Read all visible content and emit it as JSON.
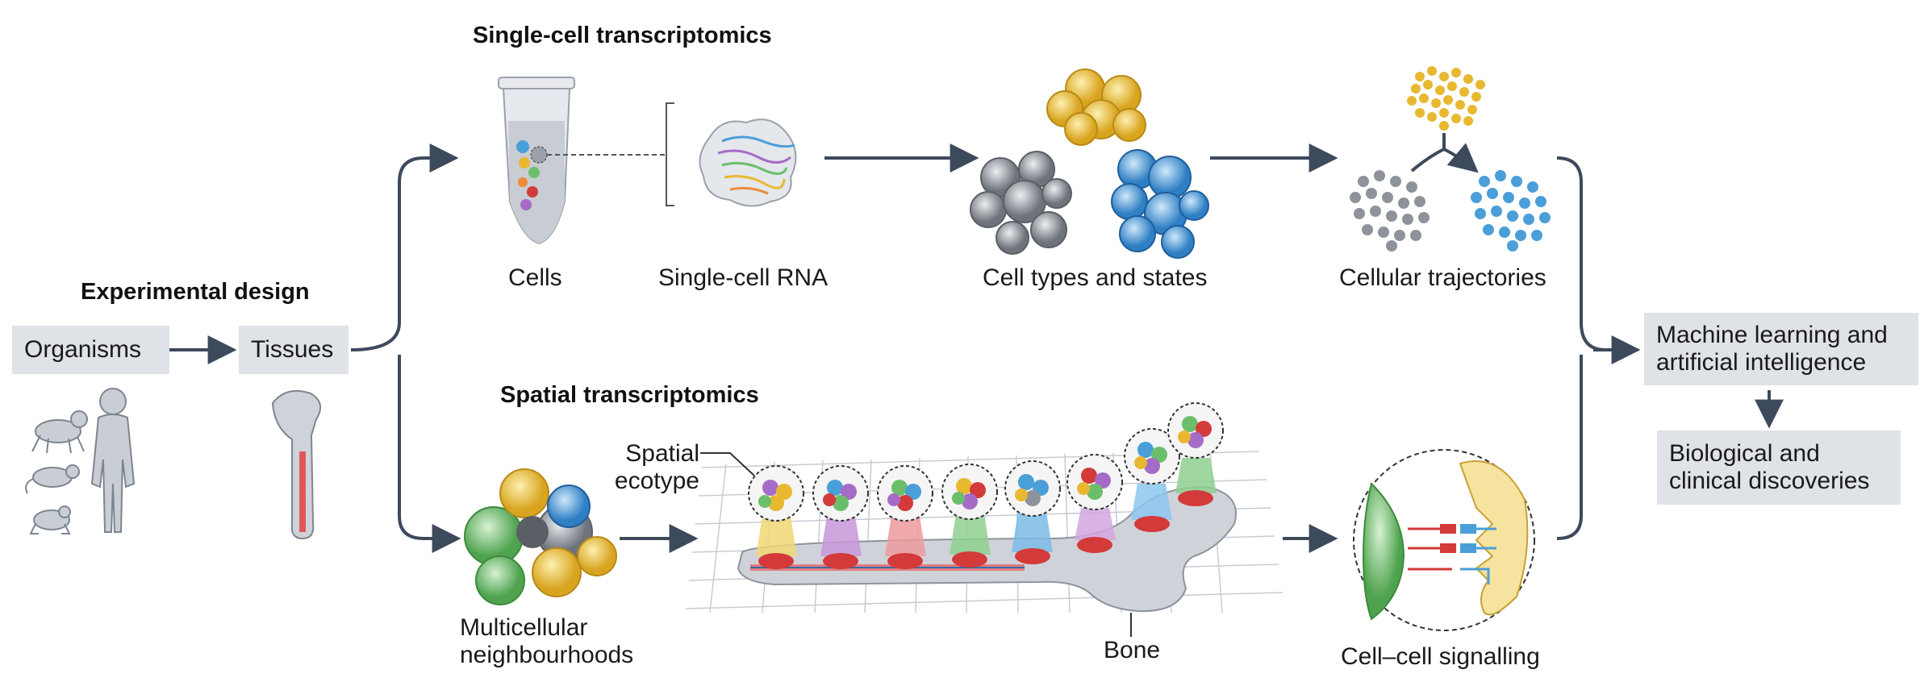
{
  "titles": {
    "experimental_design": "Experimental design",
    "single_cell": "Single-cell transcriptomics",
    "spatial": "Spatial transcriptomics"
  },
  "boxes": {
    "organisms": "Organisms",
    "tissues": "Tissues",
    "machine_learning": "Machine learning and\nartificial intelligence",
    "discoveries": "Biological and\nclinical discoveries"
  },
  "labels": {
    "cells": "Cells",
    "single_cell_rna": "Single-cell RNA",
    "cell_types": "Cell types and states",
    "trajectories": "Cellular trajectories",
    "spatial_ecotype": "Spatial\necotype",
    "multicellular": "Multicellular\nneighbourhoods",
    "bone": "Bone",
    "signalling": "Cell–cell signalling"
  },
  "colors": {
    "arrow": "#3d4a5c",
    "box": "#dfe2e6",
    "gold": "#e8b830",
    "blue": "#4a9fd8",
    "gray": "#8e939b",
    "red": "#d33a3a",
    "green": "#6bbf6b",
    "purple": "#a66bc7"
  }
}
